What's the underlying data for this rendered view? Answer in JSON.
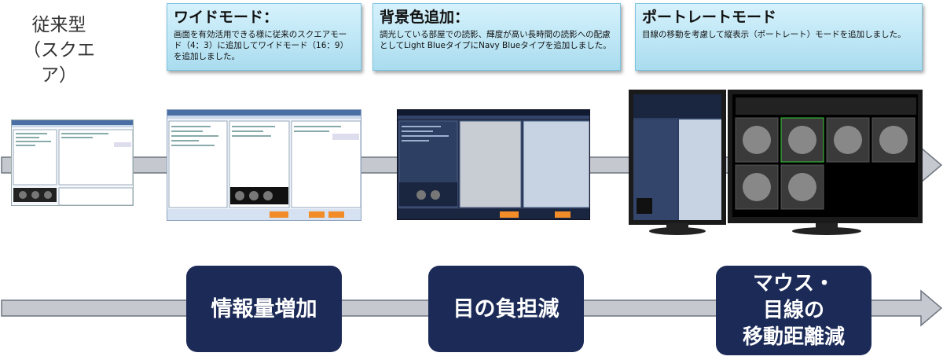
{
  "legacy": {
    "label": "従来型\n（スクエア）"
  },
  "stages": [
    {
      "title": "ワイドモード：",
      "body": "画面を有効活用できる様に従来のスクエアモード（4：3）に追加してワイドモード（16：9）を追加しました。"
    },
    {
      "title": "背景色追加：",
      "body": "調光している部屋での読影、輝度が高い長時間の読影への配慮としてLight BlueタイプにNavy Blueタイプを追加しました。"
    },
    {
      "title": "ポートレートモード",
      "body": "目線の移動を考慮して縦表示（ポートレート）モードを追加しました。"
    }
  ],
  "benefits": [
    {
      "label": "情報量増加"
    },
    {
      "label": "目の負担減"
    },
    {
      "label": "マウス・\n目線の\n移動距離減"
    }
  ],
  "colors": {
    "arrow_fill": "#c5c9cf",
    "arrow_stroke": "#6f7680",
    "callout_border": "#7cc3de",
    "benefit_fill": "#1b2a57",
    "ui_light": "#eef4fb",
    "ui_navy": "#24324f",
    "monitor": "#1a1a1a"
  }
}
